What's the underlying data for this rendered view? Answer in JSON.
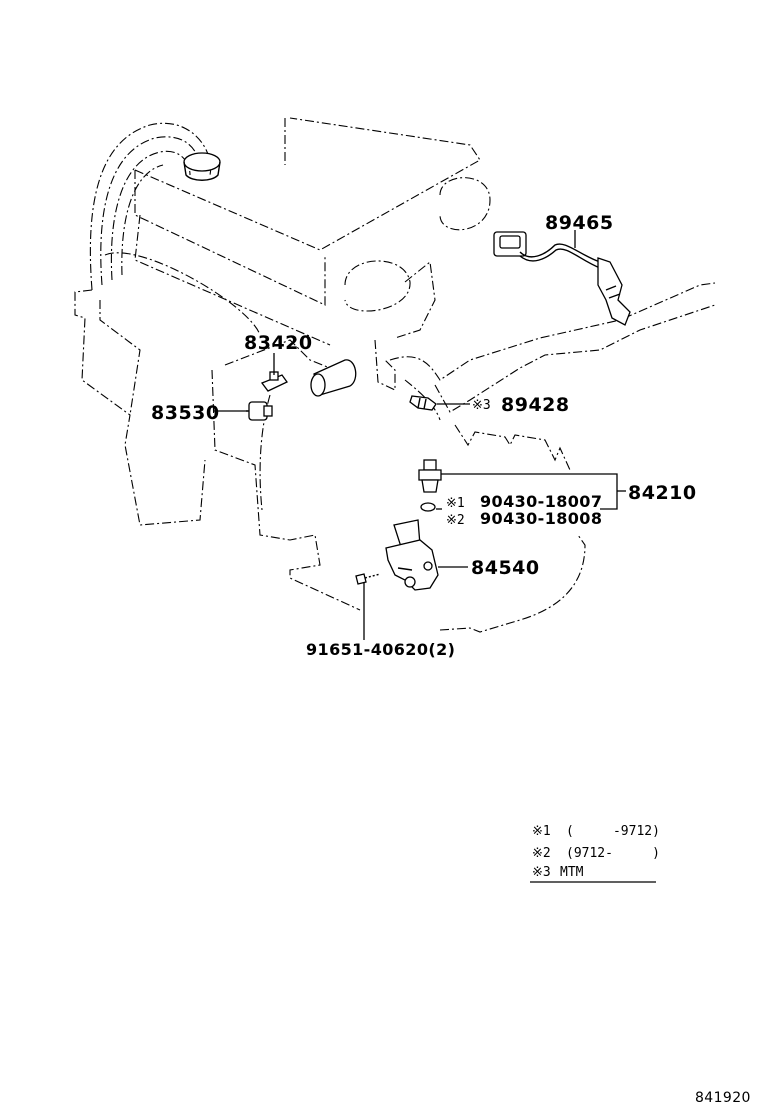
{
  "callouts": {
    "oxygen_sensor": "89465",
    "water_temp_switch": "83420",
    "oil_pressure_switch": "83530",
    "temp_sensor_ref": "※3",
    "temp_sensor": "89428",
    "knock_sensor": "84210",
    "knock_alt_1_ref": "※1",
    "knock_alt_1": "90430-18007",
    "knock_alt_2_ref": "※2",
    "knock_alt_2": "90430-18008",
    "cam_position_sensor": "84540",
    "bolt": "91651-40620(2)"
  },
  "notes": [
    {
      "ref": "※1",
      "text": "(     -9712)"
    },
    {
      "ref": "※2",
      "text": "(9712-     )"
    },
    {
      "ref": "※3",
      "text": "MTM"
    }
  ],
  "figure_id": "841920"
}
